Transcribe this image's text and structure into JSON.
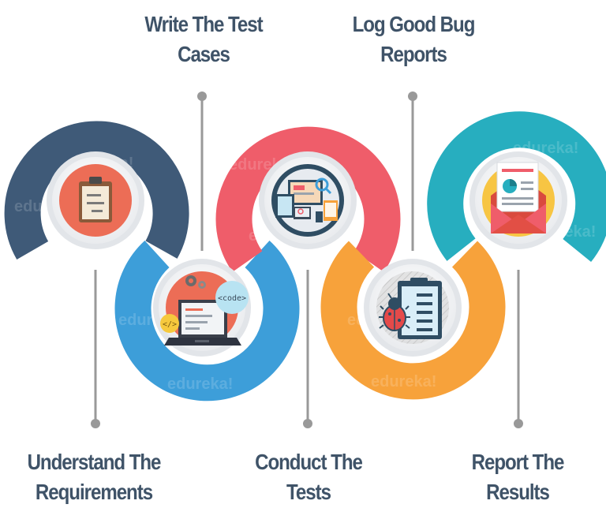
{
  "diagram": {
    "steps": [
      {
        "id": "understand-requirements",
        "lines": [
          "Understand The",
          "Requirements"
        ],
        "color": "#3f5a78",
        "icon": "clipboard-icon"
      },
      {
        "id": "write-test-cases",
        "lines": [
          "Write The Test",
          "Cases"
        ],
        "color": "#3d9ed9",
        "icon": "laptop-code-icon"
      },
      {
        "id": "conduct-tests",
        "lines": [
          "Conduct The",
          "Tests"
        ],
        "color": "#ef5d6a",
        "icon": "devices-icon"
      },
      {
        "id": "log-bug-reports",
        "lines": [
          "Log Good Bug",
          "Reports"
        ],
        "color": "#f7a23b",
        "icon": "bug-report-icon"
      },
      {
        "id": "report-results",
        "lines": [
          "Report The",
          "Results"
        ],
        "color": "#27aebf",
        "icon": "envelope-report-icon"
      }
    ],
    "icon_text": {
      "code_bubble": "<code>",
      "code_tag": "</>"
    },
    "watermark": "edureka!",
    "connector_color": "#999999",
    "label_color": "#3f5368"
  }
}
